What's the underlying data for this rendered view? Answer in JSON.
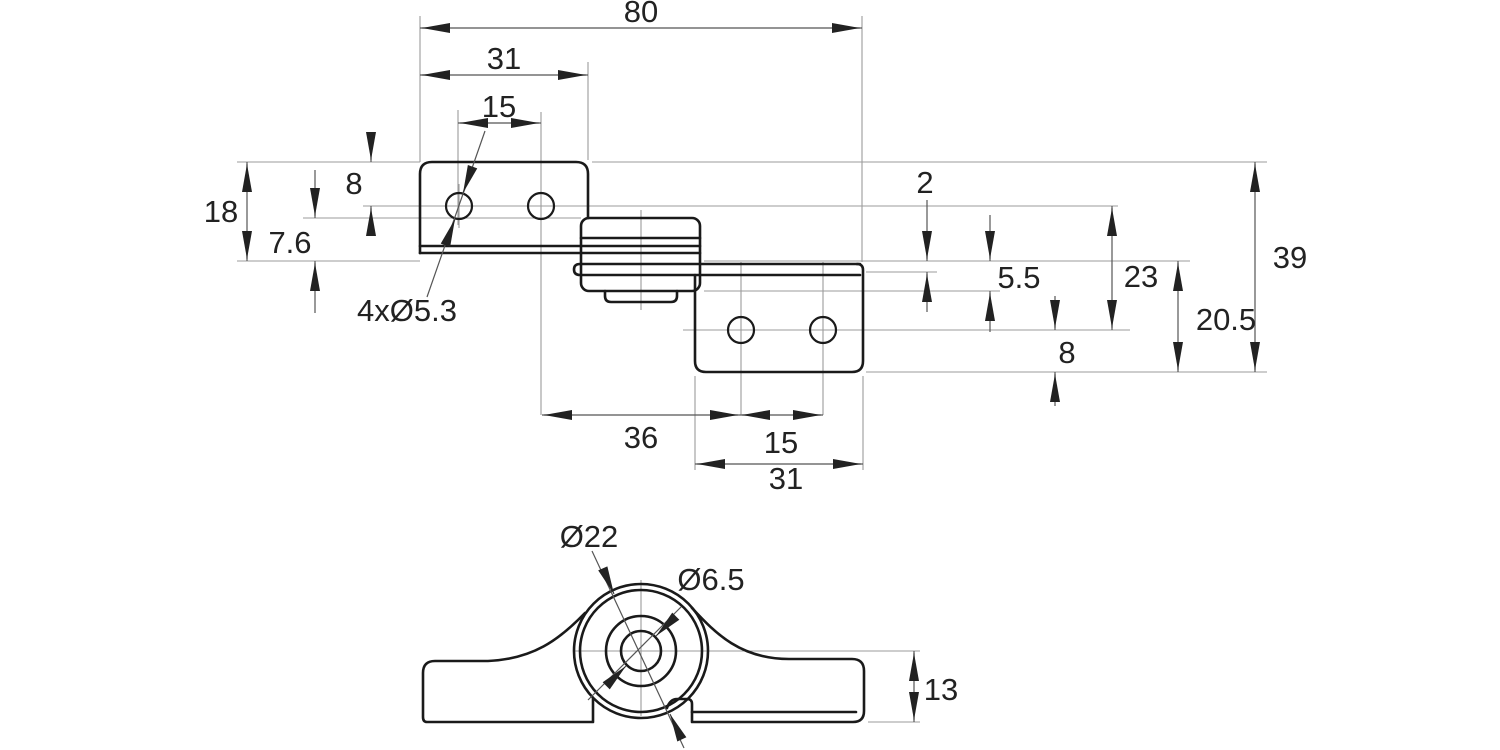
{
  "drawing": {
    "type": "engineering-dimension-drawing",
    "subject": "hinge-bracket-two-views",
    "background": "#ffffff",
    "outline_color": "#1a1a1a",
    "dimension_color": "#555555",
    "extension_color": "#9b9b9b",
    "text_color": "#222222",
    "dims": {
      "overall_width": "80",
      "upper_leaf_width": "31",
      "upper_hole_spacing": "15",
      "upper_leaf_depth": "18",
      "upper_hole_offset": "8",
      "knuckle_offset": "7.6",
      "hole_callout": "4xØ5.3",
      "leaf_gap": "2",
      "step_depth": "5.5",
      "hole_centerline_span": "23",
      "overall_depth": "39",
      "lower_depth": "20.5",
      "lower_hole_offset": "8",
      "hole_to_hole": "36",
      "lower_hole_spacing": "15",
      "lower_leaf_width": "31",
      "boss_diameter": "Ø22",
      "pivot_hole_diameter": "Ø6.5",
      "base_height": "13"
    }
  }
}
